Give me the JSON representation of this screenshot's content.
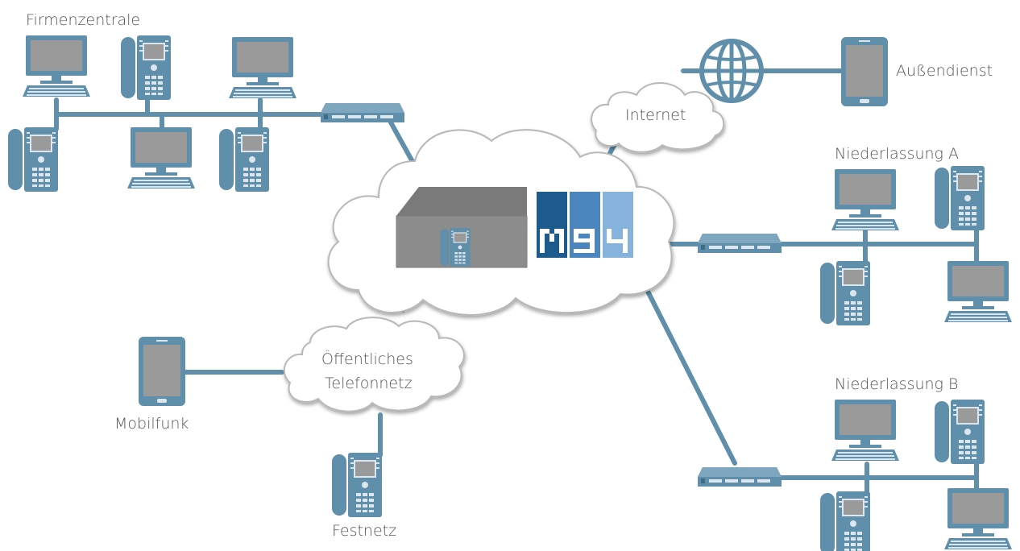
{
  "labels": {
    "headquarters": "Firmenzentrale",
    "field_service": "Außendienst",
    "internet": "Internet",
    "branch_a": "Niederlassung A",
    "branch_b": "Niederlassung B",
    "mobile": "Mobilfunk",
    "pstn_line1": "Öffentliches",
    "pstn_line2": "Telefonnetz",
    "landline": "Festnetz"
  },
  "logo": {
    "text": "M94",
    "colors": [
      "#1d5a8e",
      "#4a86bd",
      "#86b3dc"
    ]
  },
  "colors": {
    "device_fill": "#5f8faa",
    "device_dark": "#3f6b86",
    "screen_fill": "#9a9a9a",
    "line": "#5f8faa",
    "server_fill": "#8c8c8c",
    "cloud_stroke": "#b8b8b8"
  }
}
